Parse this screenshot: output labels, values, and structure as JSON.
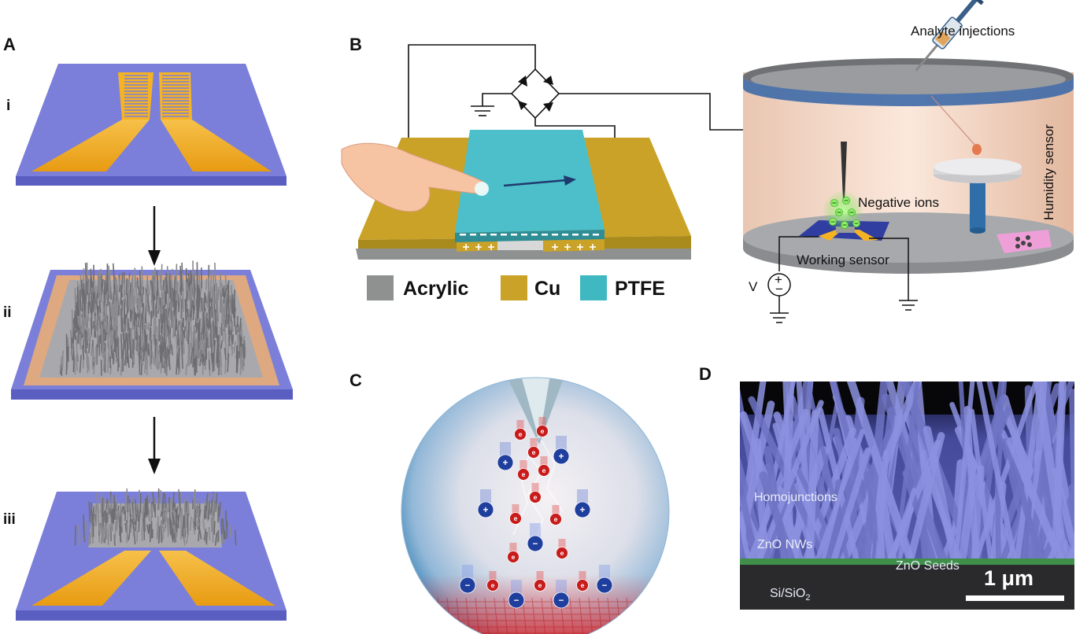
{
  "panels": {
    "A": {
      "label": "A",
      "steps": [
        "i",
        "ii",
        "iii"
      ]
    },
    "B": {
      "label": "B",
      "legend": [
        {
          "label": "Acrylic",
          "color": "#8e9190"
        },
        {
          "label": "Cu",
          "color": "#c9a227"
        },
        {
          "label": "PTFE",
          "color": "#3fb8c2"
        }
      ],
      "annotations": {
        "analyte": "Analyte injections",
        "humidity": "Humidity sensor",
        "negative_ions": "Negative ions",
        "working_sensor": "Working sensor",
        "voltage": "V"
      },
      "charges": {
        "minus": "−",
        "plus": "+"
      }
    },
    "C": {
      "label": "C",
      "ion_symbols": {
        "electron": "e",
        "positive": "+",
        "negative": "−"
      }
    },
    "D": {
      "label": "D",
      "annotations": {
        "homojunctions": "Homojunctions",
        "nws": "ZnO NWs",
        "seeds": "ZnO Seeds",
        "substrate": "Si/SiO",
        "substrate_sub": "2"
      },
      "scale_bar": "1 μm"
    }
  },
  "colors": {
    "substrate": "#7b7fd9",
    "gold": "#f5b324",
    "ptfe": "#4dbfca",
    "chamber": "#f4d9c9",
    "sem_bg": "#3a3f6e"
  }
}
